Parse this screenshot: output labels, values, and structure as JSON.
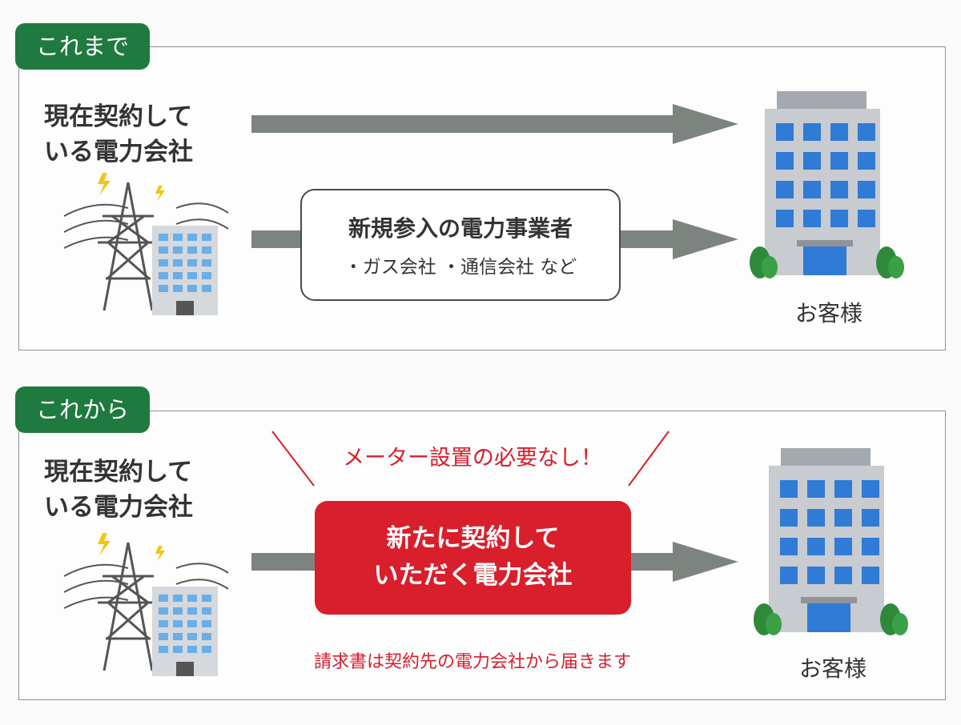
{
  "before": {
    "tag": "これまで",
    "source_lines": [
      "現在契約して",
      "いる電力会社"
    ],
    "bubble_title": "新規参入の電力事業者",
    "bubble_sub": "・ガス会社 ・通信会社 など",
    "customer": "お客様"
  },
  "after": {
    "tag": "これから",
    "source_lines": [
      "現在契約して",
      "いる電力会社"
    ],
    "note_top": "メーター設置の必要なし！",
    "box_lines": [
      "新たに契約して",
      "いただく電力会社"
    ],
    "note_bottom": "請求書は契約先の電力会社から届きます",
    "customer": "お客様"
  },
  "colors": {
    "tag_green": "#1f7a3f",
    "arrow_gray": "#7d8480",
    "accent_red": "#d91e2c",
    "window_blue": "#2f7bd6"
  },
  "icons": [
    "pylon-icon",
    "lightning-icon",
    "small-building-icon",
    "office-building-icon",
    "tree-icon"
  ]
}
